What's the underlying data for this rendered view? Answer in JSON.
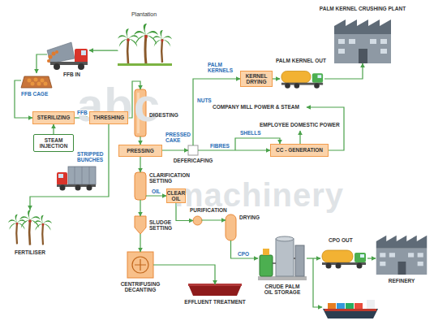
{
  "diagram": {
    "nodes": [
      {
        "text": [
          "Plantation"
        ]
      },
      {
        "text": [
          "FFB IN"
        ]
      },
      {
        "text": [
          "FFB CAGE"
        ]
      },
      {
        "text": [
          "STERILIZING"
        ]
      },
      {
        "text": [
          "THRESHING"
        ]
      },
      {
        "text": [
          "STEAM INJECTION"
        ]
      },
      {
        "text": [
          "DIGESTING"
        ]
      },
      {
        "text": [
          "PRESSING"
        ]
      },
      {
        "text": [
          "DEFERICAFING"
        ]
      },
      {
        "text": [
          "KERNEL DRYING"
        ]
      },
      {
        "text": [
          "PALM KERNEL OUT"
        ]
      },
      {
        "text": [
          "PALM KERNEL CRUSHING PLANT"
        ]
      },
      {
        "text": [
          "CC - GENERATION"
        ]
      },
      {
        "text": [
          "CLARIFICATION SETTING"
        ]
      },
      {
        "text": [
          "CLEAR OIL"
        ]
      },
      {
        "text": [
          "PURIFICATION"
        ]
      },
      {
        "text": [
          "DRYING"
        ]
      },
      {
        "text": [
          "SLUDGE SETTING"
        ]
      },
      {
        "text": [
          "CENTRIFUSING DECANTING"
        ]
      },
      {
        "text": [
          "EFFLUENT TREATMENT"
        ]
      },
      {
        "text": [
          "FERTILISER"
        ]
      },
      {
        "text": [
          "CRUDE PALM OIL STORAGE"
        ]
      },
      {
        "text": [
          "CPO OUT"
        ]
      },
      {
        "text": [
          "REFINERY"
        ]
      }
    ],
    "edges": [
      {
        "from": 0,
        "to": 1,
        "arrow": "to"
      },
      {
        "from": 1,
        "to": 2,
        "arrow": "to"
      },
      {
        "from": 2,
        "to": 3,
        "arrow": "to"
      },
      {
        "from": 3,
        "to": 4,
        "label": "FFB",
        "arrow": "to"
      },
      {
        "from": 5,
        "to": 3,
        "arrow": "to"
      },
      {
        "from": 4,
        "to": 6,
        "arrow": "to"
      },
      {
        "from": 6,
        "to": 7,
        "arrow": "to"
      },
      {
        "from": 7,
        "to": 8,
        "label": "PRESSED CAKE",
        "arrow": "to"
      },
      {
        "from": 8,
        "to": 9,
        "label": "NUTS",
        "arrow": "to"
      },
      {
        "from": 9,
        "to": 10,
        "arrow": "to"
      },
      {
        "from": 10,
        "to": 11,
        "arrow": "to"
      },
      {
        "from": 8,
        "to": 12,
        "label": "FIBRES",
        "arrow": "to"
      },
      {
        "from": 7,
        "to": 13,
        "arrow": "to"
      },
      {
        "from": 13,
        "to": 14,
        "label": "OIL",
        "arrow": "to"
      },
      {
        "from": 14,
        "to": 15,
        "arrow": "to"
      },
      {
        "from": 15,
        "to": 16,
        "arrow": "to"
      },
      {
        "from": 16,
        "to": 21,
        "label": "CPO",
        "arrow": "to"
      },
      {
        "from": 13,
        "to": 17,
        "arrow": "to"
      },
      {
        "from": 17,
        "to": 18,
        "arrow": "to"
      },
      {
        "from": 18,
        "to": 19,
        "arrow": "to"
      },
      {
        "from": 4,
        "to": 20,
        "arrow": "to"
      },
      {
        "from": 21,
        "to": 22,
        "arrow": "to"
      },
      {
        "from": 22,
        "to": 23,
        "arrow": "to"
      }
    ],
    "labels": [
      "STRIPPED BUNCHES",
      "PALM KERNELS",
      "COMPANY MILL POWER & STEAM",
      "EMPLOYEE DOMESTIC POWER",
      "SHELLS",
      "abc",
      "machinery"
    ]
  }
}
